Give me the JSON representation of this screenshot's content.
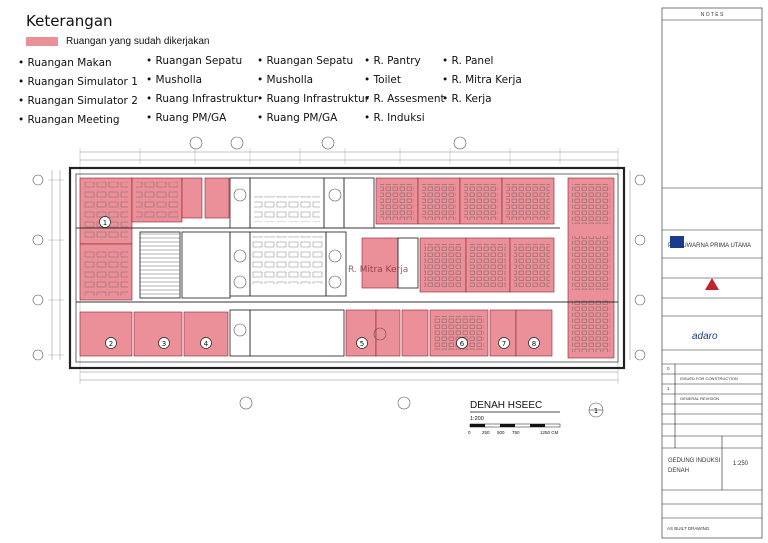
{
  "legend": {
    "title": "Keterangan",
    "swatch_label": "Ruangan yang sudah dikerjakan",
    "swatch_color": "#eb8f98",
    "col1": [
      "Ruangan Makan",
      "Ruangan Simulator 1",
      "Ruangan Simulator 2",
      "Ruangan Meeting"
    ],
    "col2": [
      "Ruangan Sepatu",
      "Musholla",
      "Ruang Infrastruktur",
      "Ruang PM/GA"
    ],
    "col3": [
      "Ruangan Sepatu",
      "Musholla",
      "Ruang Infrastruktur",
      "Ruang PM/GA"
    ],
    "col4": [
      "R. Pantry",
      "Toilet",
      "R. Assesment",
      "R. Induksi"
    ],
    "col5": [
      "R. Panel",
      "R. Mitra Kerja",
      "R. Kerja"
    ]
  },
  "plan": {
    "title": "DENAH HSEEC",
    "scale": "1:200",
    "scale_marks": [
      "0",
      "250",
      "500",
      "750",
      "1250 CM"
    ],
    "watermark": "R. Mitra Kerja",
    "room_numbers": [
      "1",
      "2",
      "3",
      "4",
      "5",
      "6",
      "7",
      "8"
    ],
    "section_marker": "1"
  },
  "title_block": {
    "notes_header": "N O T E S",
    "company": "PT. SUWARNA PRIMA UTAMA",
    "client_logo": "adaro",
    "drawing_title_line1": "GEDUNG INDUKSI",
    "drawing_title_line2": "DENAH",
    "drawing_scale": "1:250",
    "footer": "AS BUILT DRAWING",
    "revision_rows": [
      {
        "no": "0",
        "desc": "ISSUED FOR CONSTRUCTION"
      },
      {
        "no": "1",
        "desc": "GENERAL REVISION"
      }
    ]
  }
}
